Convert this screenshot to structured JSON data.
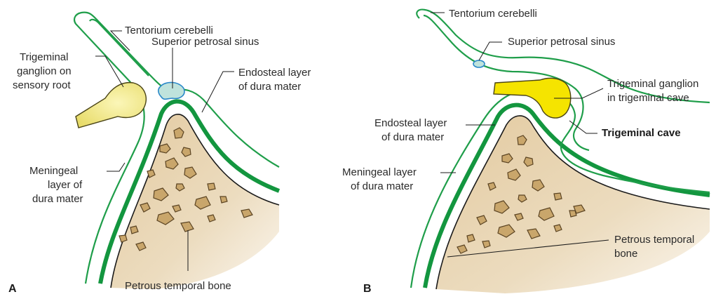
{
  "panel_a": {
    "letter": "A",
    "labels": {
      "tentorium": "Tentorium cerebelli",
      "superior_sinus": "Superior petrosal sinus",
      "ganglion_line1": "Trigeminal",
      "ganglion_line2": "ganglion on",
      "ganglion_line3": "sensory root",
      "endosteal_line1": "Endosteal layer",
      "endosteal_line2": "of dura mater",
      "meningeal_line1": "Meningeal",
      "meningeal_line2": "layer of",
      "meningeal_line3": "dura mater",
      "bone": "Petrous temporal bone"
    }
  },
  "panel_b": {
    "letter": "B",
    "labels": {
      "tentorium": "Tentorium cerebelli",
      "superior_sinus": "Superior petrosal sinus",
      "ganglion_line1": "Trigeminal ganglion",
      "ganglion_line2": "in trigeminal cave",
      "cave": "Trigeminal cave",
      "endosteal_line1": "Endosteal layer",
      "endosteal_line2": "of dura mater",
      "meningeal_line1": "Meningeal layer",
      "meningeal_line2": "of dura mater",
      "bone_line1": "Petrous temporal",
      "bone_line2": "bone"
    }
  },
  "colors": {
    "dura": "#1f9e4a",
    "ganglion_a": "#f2e77a",
    "ganglion_b": "#f5e400",
    "sinus": "#bfe3dc",
    "bone": "#e8d5b0",
    "bone_chip": "#c9a66b"
  }
}
